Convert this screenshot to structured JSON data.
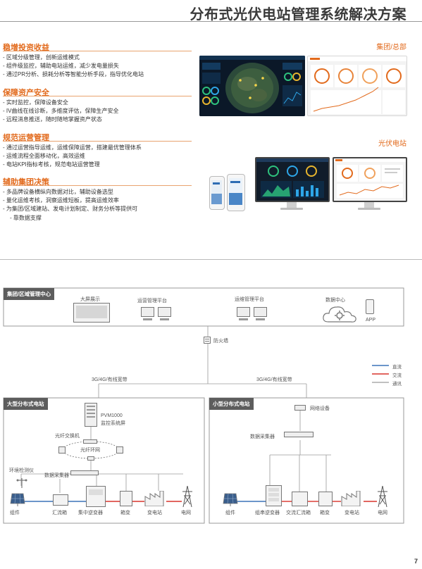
{
  "title": "分布式光伏电站管理系统解决方案",
  "sections": [
    {
      "heading": "稳增投资收益",
      "items": [
        "区域分级管理，创新运维模式",
        "组件级监控，辅助电站运维，减少发电量损失",
        "通过PR分析、损耗分析等智能分析手段，指导优化电站"
      ]
    },
    {
      "heading": "保障资产安全",
      "items": [
        "实时监控，保障设备安全",
        "IV曲线在线诊断，多维度评估，保障生产安全",
        "远程消息推送，随时随地掌握资产状态"
      ]
    },
    {
      "heading": "规范运营管理",
      "items": [
        "通过运营指导运维，运维保障运营，搭建最优管理体系",
        "运维流程全面移动化，高效运维",
        "电站KPI指标考核，规范电站运营管理"
      ]
    },
    {
      "heading": "辅助集团决策",
      "items": [
        "多品牌设备横纵向数据对比，辅助设备选型",
        "量化运维考核，洞察运维短板，提高运维效率",
        "为集团/区域建站、发电计划制定、财务分析等提供可"
      ],
      "continuation": "靠数据支撑"
    }
  ],
  "tags": {
    "group": "集团/总部",
    "station": "光伏电站"
  },
  "diagram": {
    "top_box": {
      "header": "集团/区域管理中心",
      "nodes": {
        "big_screen": "大屏展示",
        "ops_platform": "运营管理平台",
        "maint_platform": "运维管理平台",
        "data_center": "数据中心",
        "app": "APP"
      }
    },
    "firewall": "防火墙",
    "network_left": "3G/4G/有线宽带",
    "network_right": "3G/4G/有线宽带",
    "legend": [
      {
        "label": "直流",
        "color": "#3b73b9"
      },
      {
        "label": "交流",
        "color": "#d9342b"
      },
      {
        "label": "通讯",
        "color": "#888888"
      }
    ],
    "large_station": {
      "header": "大型分布式电站",
      "pvm_name": "PVM1000",
      "pvm_desc": "监控系统屏",
      "fiber_switch": "光纤交换机",
      "fiber_ring": "光纤环网",
      "env_monitor": "环境检测仪",
      "collector": "数据采集器",
      "bottom": [
        "组件",
        "汇流箱",
        "集中逆变器",
        "箱变",
        "变电站",
        "电网"
      ]
    },
    "small_station": {
      "header": "小型分布式电站",
      "net_device": "网络设备",
      "collector": "数据采集器",
      "bottom": [
        "组件",
        "组串逆变器",
        "交流汇流箱",
        "箱变",
        "变电站",
        "电网"
      ]
    }
  },
  "page_number": "7"
}
